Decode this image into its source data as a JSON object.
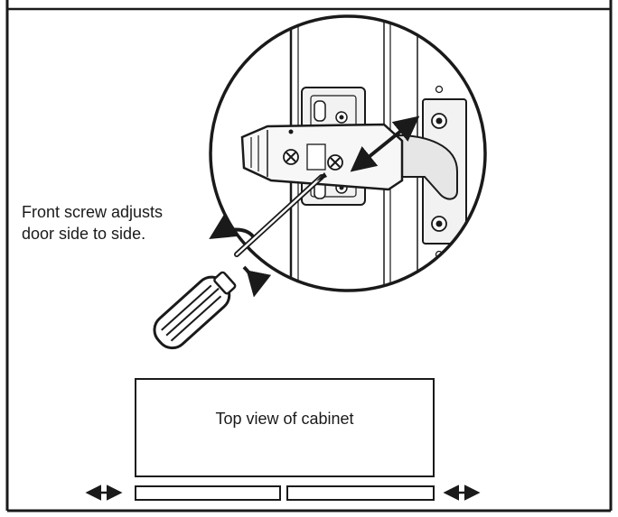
{
  "callout": {
    "line1": "Front screw adjusts",
    "line2": "door side to side."
  },
  "cabinet": {
    "label": "Top view of cabinet"
  },
  "icons": {
    "double_arrow": "double-arrow-icon",
    "screwdriver": "screwdriver-icon",
    "rotate": "rotate-arrow-icon"
  }
}
